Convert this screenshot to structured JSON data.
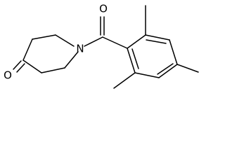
{
  "molecule": {
    "atoms": {
      "ketone_oxygen": "O",
      "amide_oxygen": "O",
      "ring_nitrogen": "N"
    }
  }
}
